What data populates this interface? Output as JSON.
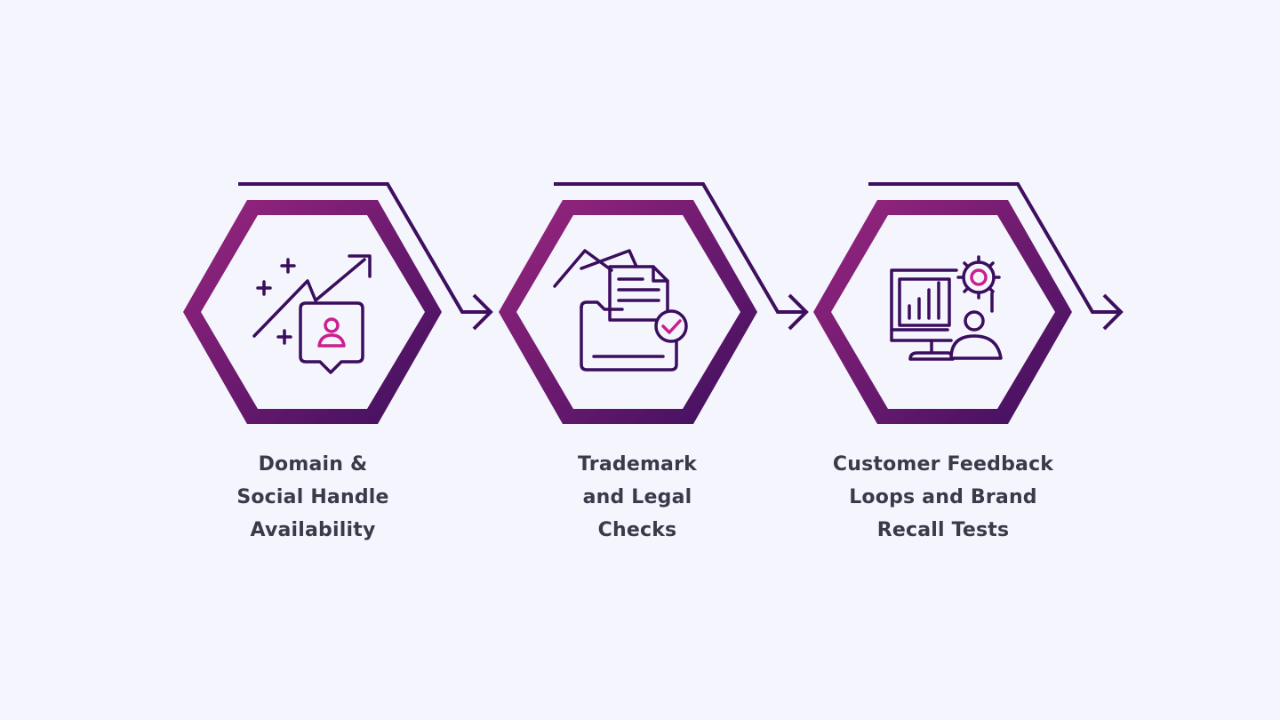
{
  "steps": [
    {
      "icon": "growth-chart-user-icon",
      "label_lines": [
        "Domain &",
        "Social Handle",
        "Availability"
      ]
    },
    {
      "icon": "folder-documents-check-icon",
      "label_lines": [
        "Trademark",
        "and Legal",
        "Checks"
      ]
    },
    {
      "icon": "monitor-chart-gear-user-icon",
      "label_lines": [
        "Customer Feedback",
        "Loops and Brand",
        "Recall Tests"
      ]
    }
  ],
  "colors": {
    "background": "#f5f6fd",
    "hex_gradient_start": "#9b2680",
    "hex_gradient_end": "#3e0f5e",
    "connector": "#3e0f5e",
    "icon_outline": "#3b0d5e",
    "icon_accent": "#cc1f8f",
    "label_text": "#3a3a4a"
  }
}
